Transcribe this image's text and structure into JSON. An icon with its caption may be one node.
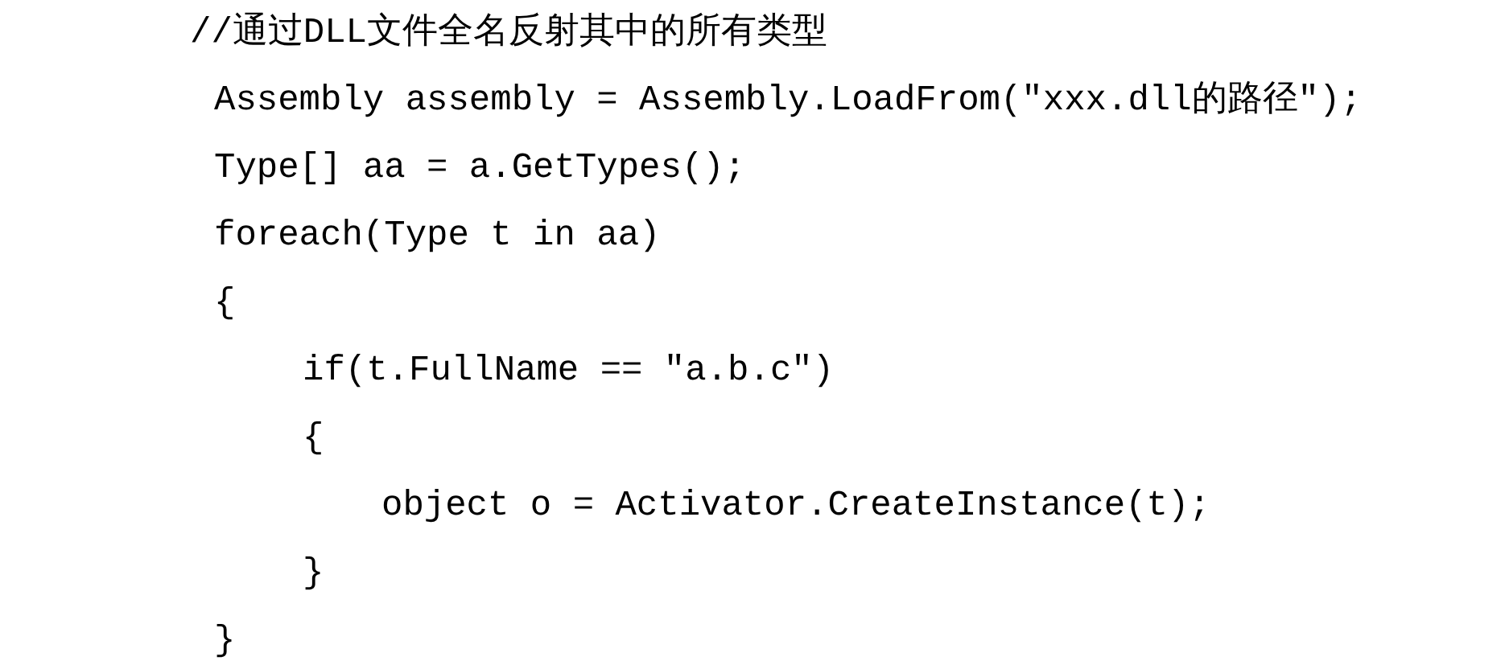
{
  "diagram": {
    "labels": [
      "//通过DLL文件全名反射其中的所有类型",
      "Assembly assembly = Assembly.LoadFrom(\"xxx.dll的路径\");",
      "Type[] aa = a.GetTypes();",
      "foreach(Type t in aa)",
      "{",
      "if(t.FullName == \"a.b.c\")",
      "{",
      "object o = Activator.CreateInstance(t);",
      "}",
      "}"
    ]
  }
}
